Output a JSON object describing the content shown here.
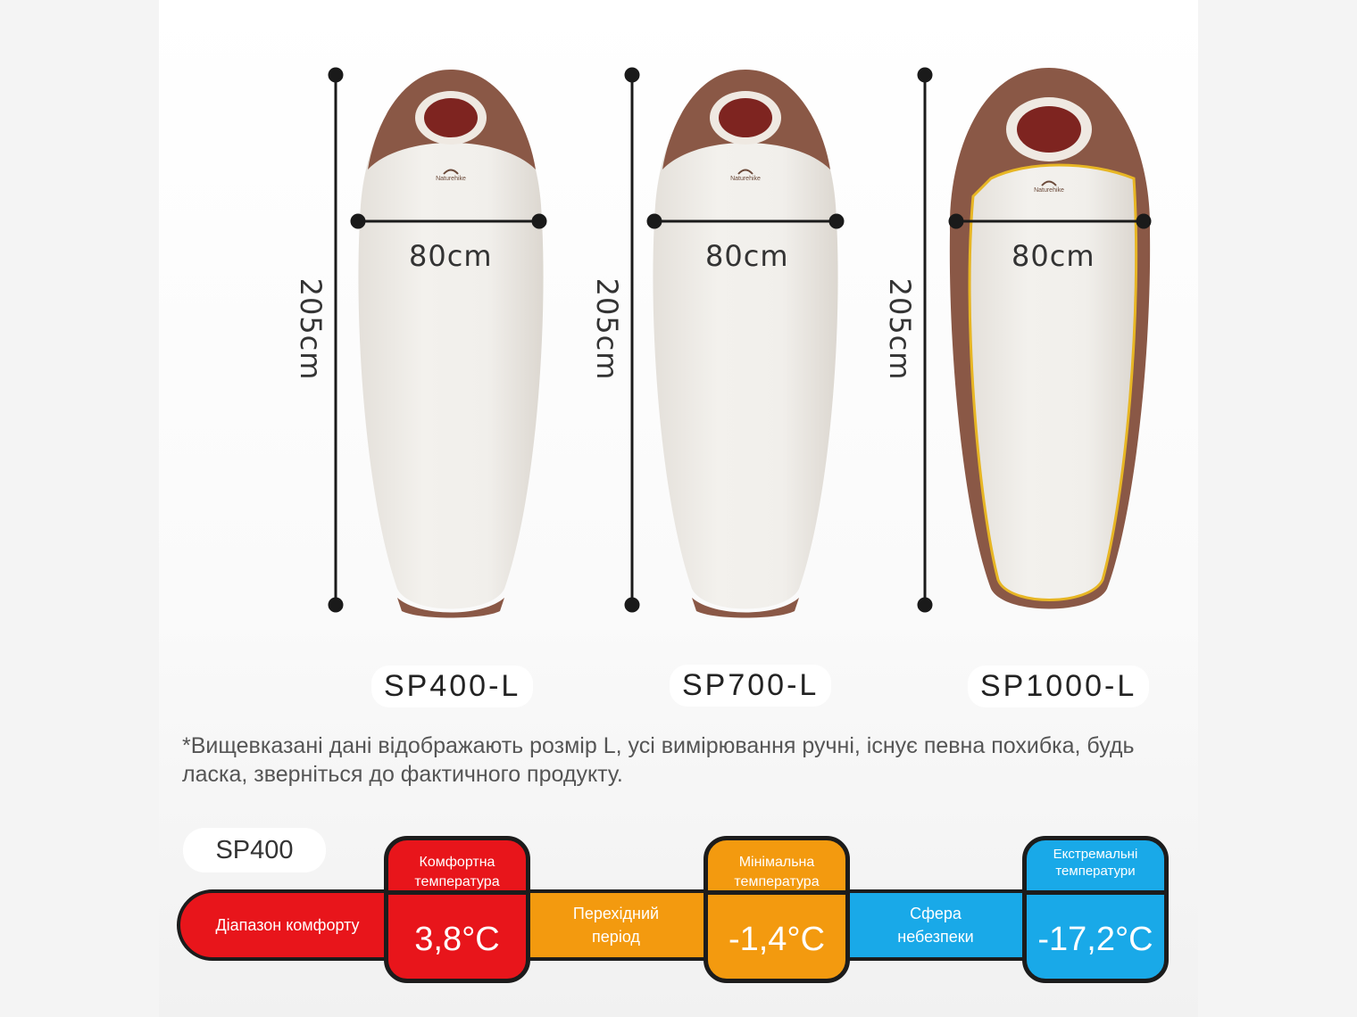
{
  "products": [
    {
      "model": "SP400-L",
      "length": "205cm",
      "width": "80cm",
      "brand": "Naturehike"
    },
    {
      "model": "SP700-L",
      "length": "205cm",
      "width": "80cm",
      "brand": "Naturehike"
    },
    {
      "model": "SP1000-L",
      "length": "205cm",
      "width": "80cm",
      "brand": "Naturehike"
    }
  ],
  "note": "*Вищевказані дані відображають розмір L, усі вимірювання ручні, існує певна похибка, будь ласка, зверніться до фактичного продукту.",
  "temperature": {
    "model": "SP400",
    "segments": [
      {
        "label": "Діапазон комфорту",
        "color": "#e8151b"
      },
      {
        "label": "Перехідний період",
        "color": "#f39a0f"
      },
      {
        "label": "Сфера небезпеки",
        "color": "#19a9e8"
      }
    ],
    "points": [
      {
        "label": "Комфортна температура",
        "value": "3,8°C",
        "color": "#e8151b"
      },
      {
        "label": "Мінімальна температура",
        "value": "-1,4°C",
        "color": "#f39a0f"
      },
      {
        "label": "Екстремальні температури",
        "value": "-17,2°C",
        "color": "#19a9e8"
      }
    ]
  }
}
